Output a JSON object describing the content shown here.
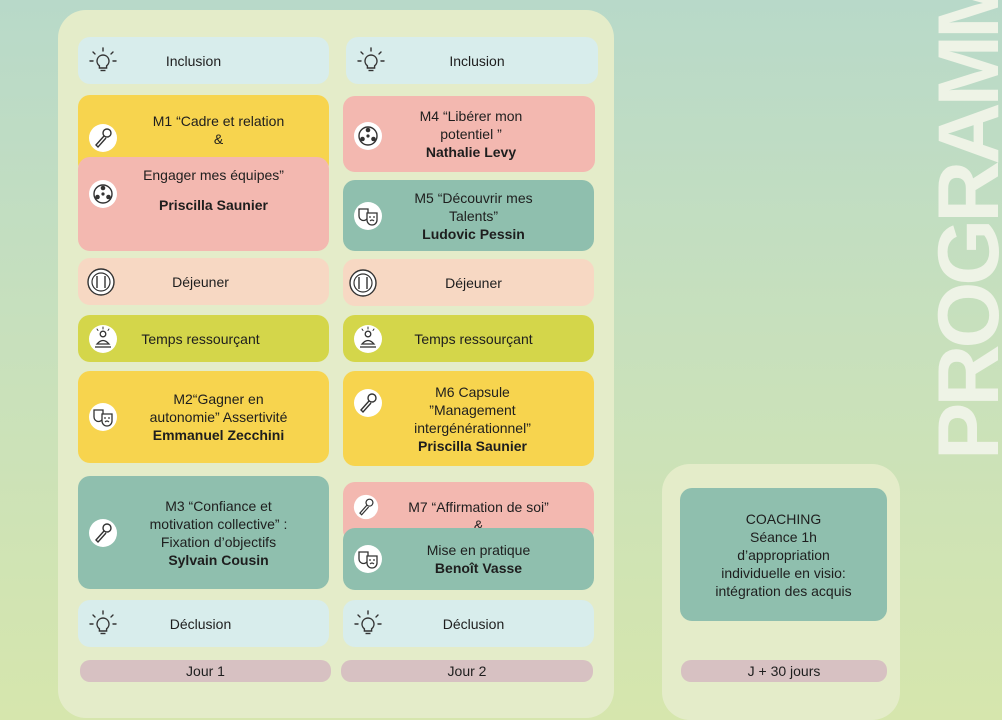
{
  "side_title": "PROGRAMME",
  "day1": {
    "inclusion": "Inclusion",
    "m1_line1": "M1 “Cadre et relation",
    "m1_line2": "&",
    "m1_line3": "Engager mes équipes”",
    "m1_speaker": "Priscilla Saunier",
    "lunch": "Déjeuner",
    "resource": "Temps ressourçant",
    "m2_line1": "M2“Gagner en",
    "m2_line2": "autonomie”  Assertivité",
    "m2_speaker": "Emmanuel Zecchini",
    "m3_line1": "M3 “Confiance et",
    "m3_line2": "motivation collective” :",
    "m3_line3": "Fixation d’objectifs",
    "m3_speaker": "Sylvain Cousin",
    "declusion": "Déclusion",
    "label": "Jour 1"
  },
  "day2": {
    "inclusion": "Inclusion",
    "m4_line1": "M4 “Libérer mon",
    "m4_line2": "potentiel ”",
    "m4_speaker": "Nathalie Levy",
    "m5_line1": "M5 “Découvrir mes",
    "m5_line2": "Talents”",
    "m5_speaker": "Ludovic Pessin",
    "lunch": "Déjeuner",
    "resource": "Temps ressourçant",
    "m6_line1": "M6 Capsule",
    "m6_line2": "”Management",
    "m6_line3": "intergénérationnel”",
    "m6_speaker": "Priscilla Saunier",
    "m7_line1": "M7 “Affirmation de soi”",
    "m7_line2": "&",
    "m7_line3": "Mise en pratique",
    "m7_speaker": "Benoît Vasse",
    "declusion": "Déclusion",
    "label": "Jour 2"
  },
  "coaching": {
    "line1": "COACHING",
    "line2": "Séance 1h",
    "line3": "d’appropriation",
    "line4": "individuelle en visio:",
    "line5": "intégration des acquis",
    "label": "J + 30 jours"
  },
  "icons": [
    "lightbulb-icon",
    "microphone-icon",
    "team-icon",
    "cutlery-icon",
    "meditation-icon",
    "theater-masks-icon"
  ],
  "colors": {
    "blue": "#d8edec",
    "yellow": "#f7d44e",
    "pink": "#f3b8b0",
    "teal": "#8fbfae",
    "peach": "#f7d8c3",
    "lime": "#d4d64a",
    "rose": "#d7c1c2"
  }
}
